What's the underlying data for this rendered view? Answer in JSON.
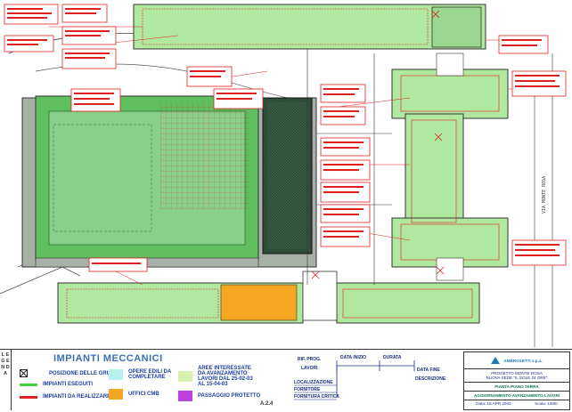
{
  "legend": {
    "vertical_label": "L E G E N D A",
    "title": "IMPIANTI MECCANICI",
    "items": [
      {
        "label": "POSIZIONE DELLE GRU"
      },
      {
        "label": "IMPIANTI ESEGUITI",
        "color": "#40d040"
      },
      {
        "label": "IMPIANTI DA REALIZZARE",
        "color": "#e02020"
      },
      {
        "label": "OPERE EDILI DA COMPLETARE",
        "color": "#b8f0f0"
      },
      {
        "label": "UFFICI CMB",
        "color": "#f5a623"
      },
      {
        "label": "AREE INTERESSATE DA AVANZAMENTO LAVORI DAL 25-02-03 AL 15-04-03",
        "color": "#d8f0b0"
      },
      {
        "label": "PASSAGGIO PROTETTO",
        "color": "#c040e0"
      }
    ]
  },
  "sheet_code": "A.2.4",
  "schedule": {
    "rif_prog": "RIF. PROG.",
    "lavori": "LAVORI",
    "data_inizio": "DATA INIZIO",
    "durata": "DURATA",
    "data_fine": "DATA FINE",
    "descrizione": "DESCRIZIONE",
    "localizzazione": "LOCALIZZAZIONE",
    "fornitore": "FORNITORE",
    "fornitura_critica": "FORNITURA CRITICA"
  },
  "title_block": {
    "company": "AMBROSETTI s.p.a.",
    "project_1": "PROGETTO MONTE ROSA",
    "project_2": "NUOVA SEDE \"IL SOLE 24 ORE\"",
    "plan": "PIANTA PIANO TERRA",
    "subject": "AGGIORNAMENTO AVANZAMENTO LAVORI",
    "date": "Data: 15 APR 2003",
    "scale": "Scala: 1/500"
  },
  "plan_labels": {
    "street": "VIA MONTE ROSA"
  },
  "colors": {
    "installed": "#40d040",
    "to_build": "#e02020",
    "dark_block": "#2e4e3a",
    "grey_block": "#a8b0a8"
  }
}
